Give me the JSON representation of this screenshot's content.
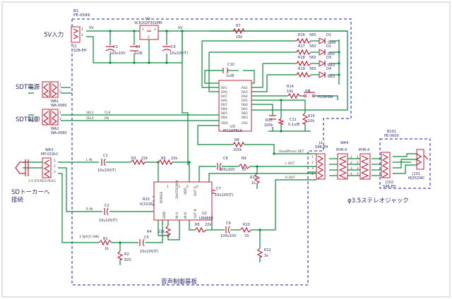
{
  "texts": {
    "b1_ref": "B1",
    "b1_part": "PE-0599",
    "in5v": "5V入力",
    "j1_ref": "J1",
    "j1_part": "S2B-EH",
    "sdt_power": "SDT電源",
    "wa1_ref": "WA1",
    "wa1_part": "WA-0080",
    "sdt_ctrl": "SDT制御",
    "wa2_ref": "WA2",
    "wa2_part": "WA-0080",
    "wa3_ref": "WA3",
    "wa3_part": "MP-019LC",
    "stereo_plug": "3.5 STEREO PLUG",
    "sd_talker1": "SDトーカーへ",
    "sd_talker2": "接続",
    "net_5v_a": "5V",
    "net_5v_b": "5V",
    "u1_ref": "U1",
    "u1_part": "XC6202P302MR",
    "c3_ref": "C3",
    "c3_val": "100u10V",
    "c4_ref": "C4",
    "c4_val": "1u/B",
    "c6_ref": "C6",
    "c6_val": "10u10V(T)",
    "r7_ref": "R7",
    "r7_val": "10k",
    "r16_ref": "R16",
    "r16_val": "560",
    "d1_ref": "D1",
    "d1_col": "GRN",
    "r17_ref": "R17",
    "r17_val": "560",
    "d2_ref": "D2",
    "d2_col": "RED",
    "r18_ref": "R18",
    "r18_val": "560",
    "d3_ref": "D3",
    "d3_col": "RED",
    "r19_ref": "R19",
    "r19_val": "560",
    "d4_ref": "D4",
    "d4_col": "RED",
    "c10_ref": "C10",
    "c10_val": "1u/B",
    "r14_ref": "R14",
    "r14_val": "10k",
    "s1_ref": "S1",
    "s1_part": "PUSHSW",
    "r13_ref": "R13",
    "r13_val": "100k",
    "c11_ref": "C11",
    "c11_val": "0.1u/B",
    "r15_ref": "R15",
    "r15_val": "10k",
    "u3_ref": "U3",
    "u3_part": "PIC16F819",
    "net_sel1": "SEL1",
    "net_clk": "CLK",
    "net_sel4": "SEL4",
    "net_en": "EN",
    "r8_ref": "R8",
    "r8_val": "100k",
    "hp_det": "HeadPhone DET",
    "c1_ref": "C1",
    "c1_val": "10u10V(T)",
    "net_lin": "L IN",
    "r3_ref": "R3",
    "r3_val": "22k",
    "r5_ref": "R5",
    "r5_val": "22k",
    "c8_ref": "C8",
    "c8_val": "100u10V",
    "r9_ref": "R9",
    "r9_val": "33",
    "net_lout": "L OUT",
    "r11_ref": "R11",
    "r11_val": "1k",
    "r20_ref": "R20",
    "r20_val": "0(3216)",
    "c7_ref": "C7",
    "c7_val": "10u10V(T)",
    "u2_ref": "U2",
    "u2_part": "LM4880",
    "net_rout": "R OUT",
    "c2_ref": "C2",
    "c2_val": "10u10V(T)",
    "net_rin": "R IN",
    "r4_ref": "R4",
    "r4_val": "22k",
    "r6_ref": "R6",
    "r6_val": "22k",
    "c9_ref": "C9",
    "c9_val": "100u10V",
    "r10_ref": "R10",
    "r10_val": "33",
    "jack_gnd": "3.5JACK GND",
    "r1_ref": "R1",
    "r1_val": "1k",
    "c5_ref": "C5",
    "c5_val": "10u10V(T)",
    "r2_ref": "R2",
    "r2_val": "820",
    "r12_ref": "R12",
    "r12_val": "1k",
    "board_name": "音声制御基板",
    "j2_ref": "J2",
    "j2_part": "S4B-EH",
    "wa4_ref": "WA4",
    "wa4_left": "EHR-4",
    "wa4_right": "EHR-4",
    "b101_ref": "B101",
    "b101_part": "PE-0600",
    "j101_ref": "J101",
    "j101_part": "MJ352WC",
    "j102_ref": "J102",
    "j102_part": "S4B-EH",
    "stereo_jack": "φ3.5ステレオジャック"
  },
  "colors": {
    "wire": "#0a8a3a",
    "board_outline": "#1a1aa8",
    "component": "#c4203a",
    "text": "#2b2b6a"
  }
}
